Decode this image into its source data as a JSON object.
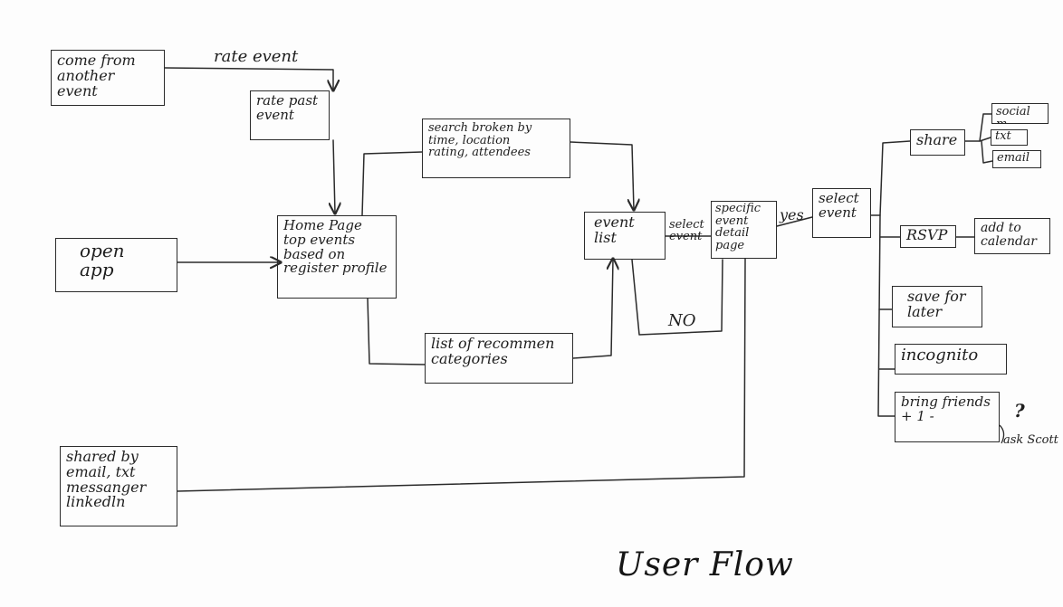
{
  "title": "User Flow",
  "nodes": {
    "come_from": "come from\nanother event",
    "rate_past": "rate past\nevent",
    "open_app": "open\napp",
    "home_page": "Home Page\ntop events\nbased on\nregister profile",
    "search": "search broken by\ntime, location\nrating, attendees",
    "recommend": "list of recommen\ncategories",
    "shared_by": "shared by\nemail, txt\nmessanger\nlinkedln",
    "event_list": "event\nlist",
    "specific": "specific\nevent\ndetail\npage",
    "select_event2": "select\nevent",
    "share": "share",
    "social": "social m",
    "txt": "txt",
    "email": "email",
    "rsvp": "RSVP",
    "add_cal": "add to\ncalendar",
    "save_later": "save for\nlater",
    "incognito": "incognito",
    "bring_friends": "bring friends\n+ 1 -"
  },
  "labels": {
    "rate_event": "rate event",
    "select_event": "select\nevent",
    "yes": "yes",
    "no": "NO",
    "question": "?",
    "ask_scott": "ask Scott"
  }
}
